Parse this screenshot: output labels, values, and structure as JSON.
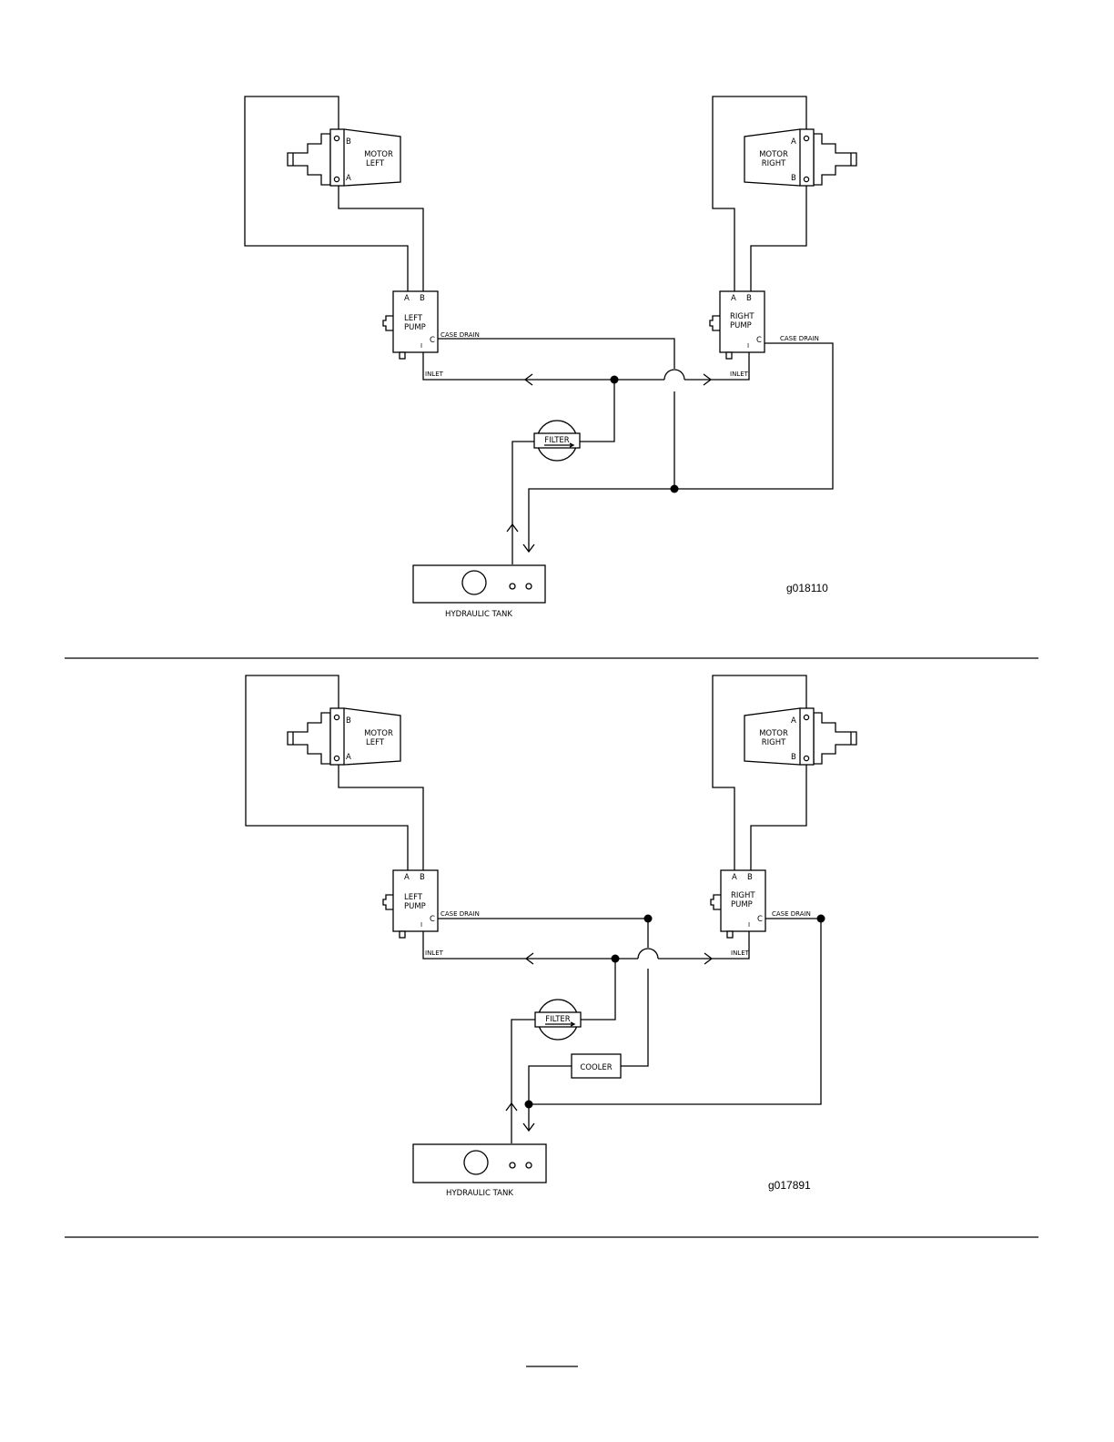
{
  "diagrams": [
    {
      "figure_id": "g018110",
      "motor_left": {
        "line1": "MOTOR",
        "line2": "LEFT",
        "port_top": "B",
        "port_bottom": "A"
      },
      "motor_right": {
        "line1": "MOTOR",
        "line2": "RIGHT",
        "port_top": "A",
        "port_bottom": "B"
      },
      "pump_left": {
        "line1": "LEFT",
        "line2": "PUMP",
        "port_a": "A",
        "port_b": "B",
        "port_c": "C",
        "port_i": "I"
      },
      "pump_right": {
        "line1": "RIGHT",
        "line2": "PUMP",
        "port_a": "A",
        "port_b": "B",
        "port_c": "C",
        "port_i": "I"
      },
      "case_drain_left": "CASE DRAIN",
      "case_drain_right": "CASE DRAIN",
      "inlet_left": "INLET",
      "inlet_right": "INLET",
      "filter": "FILTER",
      "tank": "HYDRAULIC  TANK"
    },
    {
      "figure_id": "g017891",
      "motor_left": {
        "line1": "MOTOR",
        "line2": "LEFT",
        "port_top": "B",
        "port_bottom": "A"
      },
      "motor_right": {
        "line1": "MOTOR",
        "line2": "RIGHT",
        "port_top": "A",
        "port_bottom": "B"
      },
      "pump_left": {
        "line1": "LEFT",
        "line2": "PUMP",
        "port_a": "A",
        "port_b": "B",
        "port_c": "C",
        "port_i": "I"
      },
      "pump_right": {
        "line1": "RIGHT",
        "line2": "PUMP",
        "port_a": "A",
        "port_b": "B",
        "port_c": "C",
        "port_i": "I"
      },
      "case_drain_left": "CASE DRAIN",
      "case_drain_right": "CASE DRAIN",
      "inlet_left": "INLET",
      "inlet_right": "INLET",
      "filter": "FILTER",
      "cooler": "COOLER",
      "tank": "HYDRAULIC  TANK"
    }
  ]
}
